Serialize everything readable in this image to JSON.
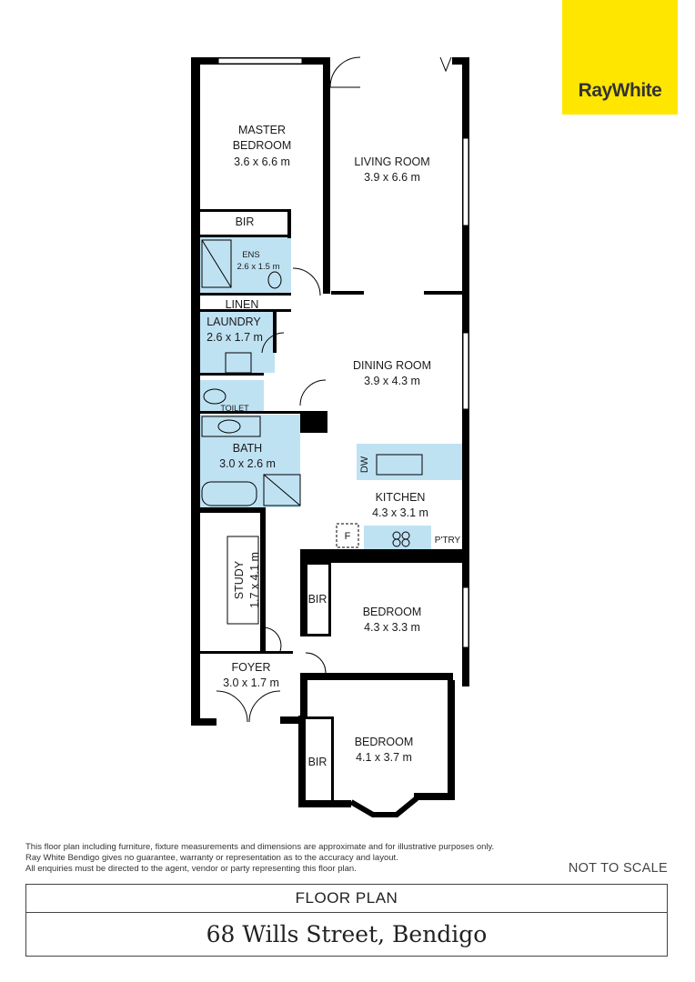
{
  "brand": {
    "name": "RayWhite",
    "color": "#ffe600"
  },
  "rooms": [
    {
      "id": "master",
      "name_lines": [
        "MASTER",
        "BEDROOM"
      ],
      "dims": "3.6 x 6.6 m"
    },
    {
      "id": "living",
      "name_lines": [
        "LIVING ROOM"
      ],
      "dims": "3.9 x 6.6 m"
    },
    {
      "id": "bir1",
      "name_lines": [
        "BIR"
      ],
      "dims": ""
    },
    {
      "id": "ens",
      "name_lines": [
        "ENS"
      ],
      "dims": "2.6 x 1.5 m"
    },
    {
      "id": "linen",
      "name_lines": [
        "LINEN"
      ],
      "dims": ""
    },
    {
      "id": "laundry",
      "name_lines": [
        "LAUNDRY"
      ],
      "dims": "2.6 x 1.7 m"
    },
    {
      "id": "dining",
      "name_lines": [
        "DINING ROOM"
      ],
      "dims": "3.9 x 4.3 m"
    },
    {
      "id": "toilet",
      "name_lines": [
        "TOILET"
      ],
      "dims": ""
    },
    {
      "id": "bath",
      "name_lines": [
        "BATH"
      ],
      "dims": "3.0 x 2.6 m"
    },
    {
      "id": "kitchen",
      "name_lines": [
        "KITCHEN"
      ],
      "dims": "4.3 x 3.1 m"
    },
    {
      "id": "study",
      "name_lines": [
        "STUDY"
      ],
      "dims": "1.7 x 4.1 m"
    },
    {
      "id": "bir2",
      "name_lines": [
        "BIR"
      ],
      "dims": ""
    },
    {
      "id": "bedroom2",
      "name_lines": [
        "BEDROOM"
      ],
      "dims": "4.3 x 3.3 m"
    },
    {
      "id": "foyer",
      "name_lines": [
        "FOYER"
      ],
      "dims": "3.0 x 1.7 m"
    },
    {
      "id": "bir3",
      "name_lines": [
        "BIR"
      ],
      "dims": ""
    },
    {
      "id": "bedroom3",
      "name_lines": [
        "BEDROOM"
      ],
      "dims": "4.1 x 3.7 m"
    }
  ],
  "fixtures": {
    "dishwasher": "DW",
    "fridge": "F",
    "pantry": "P'TRY"
  },
  "disclaimer_lines": [
    "This floor plan including furniture, fixture measurements and dimensions are approximate and for illustrative purposes only.",
    "Ray White Bendigo gives no guarantee, warranty or representation as to the accuracy and layout.",
    "All enquiries must be directed to the agent, vendor or party representing this floor plan."
  ],
  "not_to_scale": "NOT TO SCALE",
  "footer": {
    "title": "FLOOR PLAN",
    "address": "68 Wills Street, Bendigo"
  },
  "colors": {
    "wet_area": "#bfe2f3",
    "counter": "#bfe2f3",
    "wall": "#000000"
  }
}
